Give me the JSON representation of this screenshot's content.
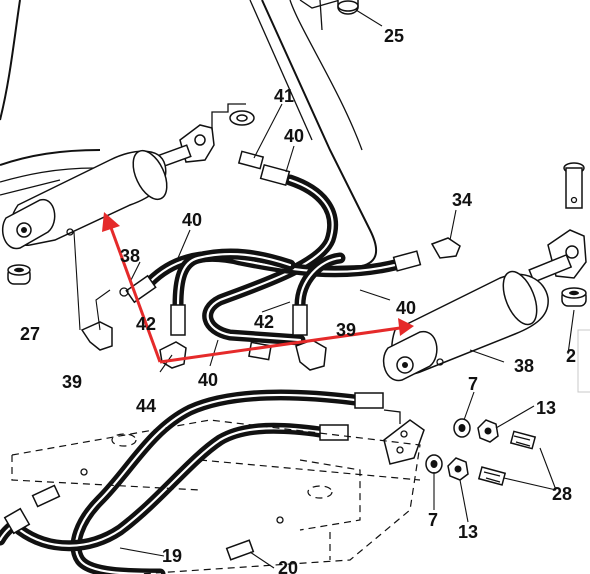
{
  "labels": {
    "l25": "25",
    "l41": "41",
    "l40a": "40",
    "l34": "34",
    "l40b": "40",
    "l38a": "38",
    "l42a": "42",
    "l27": "27",
    "l39": "39",
    "l44": "44",
    "l40c": "40",
    "l42b": "42",
    "l39b": "39",
    "l40d": "40",
    "l38b": "38",
    "l2": "2",
    "l7a": "7",
    "l13a": "13",
    "l28": "28",
    "l7b": "7",
    "l13b": "13",
    "l19": "19",
    "l20": "20"
  },
  "colors": {
    "ink": "#111111",
    "annotation_arrow": "#e52a2a",
    "background": "#ffffff"
  }
}
